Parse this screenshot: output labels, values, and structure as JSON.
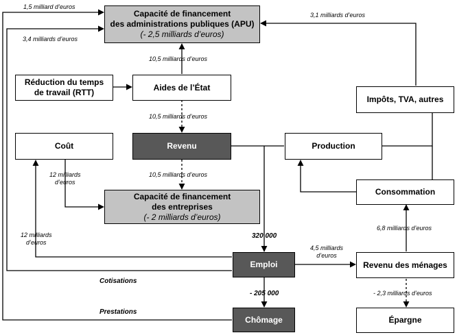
{
  "boxes": {
    "apu": {
      "line1": "Capacité de financement",
      "line2": "des administrations  publiques (APU)",
      "line3": "(- 2,5 milliards d’euros)"
    },
    "rtt": {
      "line1": "Réduction du temps",
      "line2": "de travail (RTT)"
    },
    "aides": "Aides de l’État",
    "impots": "Impôts, TVA, autres",
    "cout": "Coût",
    "revenu": "Revenu",
    "production": "Production",
    "entreprises": {
      "line1": "Capacité de financement",
      "line2": "des entreprises",
      "line3": "(- 2 milliards d’euros)"
    },
    "consommation": "Consommation",
    "emploi": "Emploi",
    "revenu_menages": "Revenu des ménages",
    "chomage": "Chômage",
    "epargne": "Épargne"
  },
  "labels": {
    "l_1_5": "1,5 milliard d’euros",
    "l_3_4": "3,4 milliards d’euros",
    "l_3_1": "3,1 milliards d’euros",
    "l_10_5_a": "10,5 milliards d’euros",
    "l_10_5_b": "10,5 milliards d’euros",
    "l_10_5_c": "10,5 milliards d’euros",
    "l_12_a": {
      "line1": "12 milliards",
      "line2": "d’euros"
    },
    "l_12_b": {
      "line1": "12 milliards",
      "line2": "d’euros"
    },
    "l_320": "320 000",
    "l_4_5": {
      "line1": "4,5 milliards",
      "line2": "d’euros"
    },
    "l_6_8": "6,8 milliards d’euros",
    "l_205": "- 205 000",
    "l_2_3": "- 2,3 milliards d’euros",
    "cotisations": "Cotisations",
    "prestations": "Prestations"
  }
}
